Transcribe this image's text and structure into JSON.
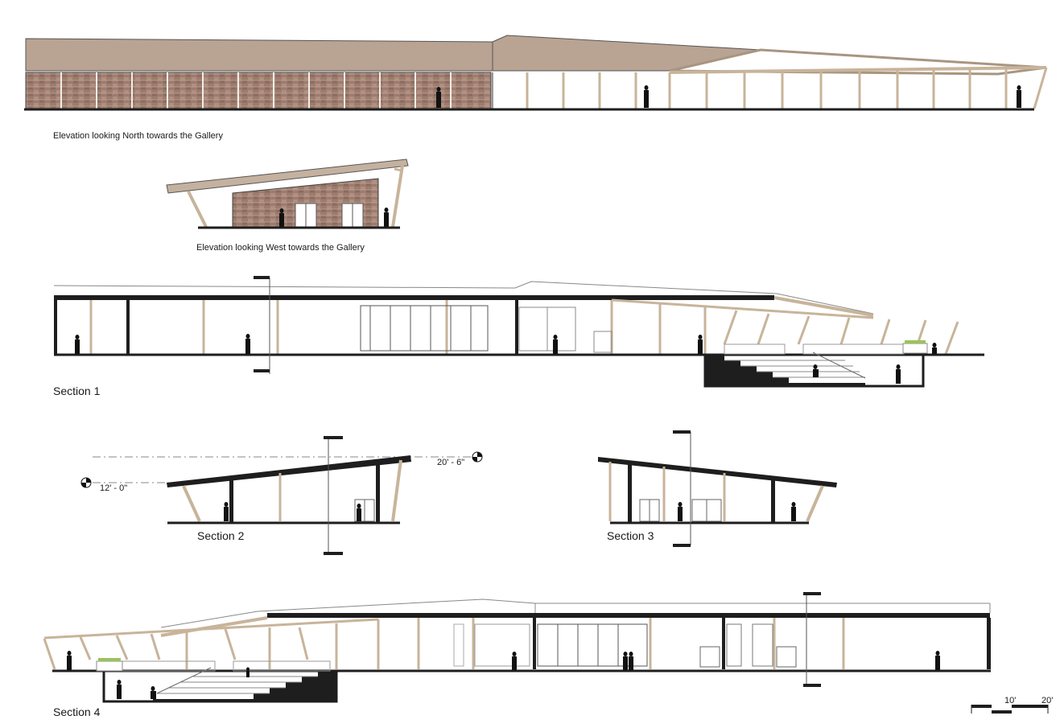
{
  "captions": {
    "north_elevation": "Elevation looking North towards the Gallery",
    "west_elevation": "Elevation looking West towards the Gallery",
    "section_1": "Section 1",
    "section_2": "Section 2",
    "section_3": "Section 3",
    "section_4": "Section 4"
  },
  "levels": {
    "low": "12' - 0\"",
    "high": "20' - 6\""
  },
  "scale_bar": {
    "mid": "10'",
    "end": "20'"
  },
  "colors": {
    "roof_tan": "#b9a392",
    "brick": "#9c7a6c",
    "timber": "#c8b49a",
    "ink": "#1e1e1e"
  }
}
